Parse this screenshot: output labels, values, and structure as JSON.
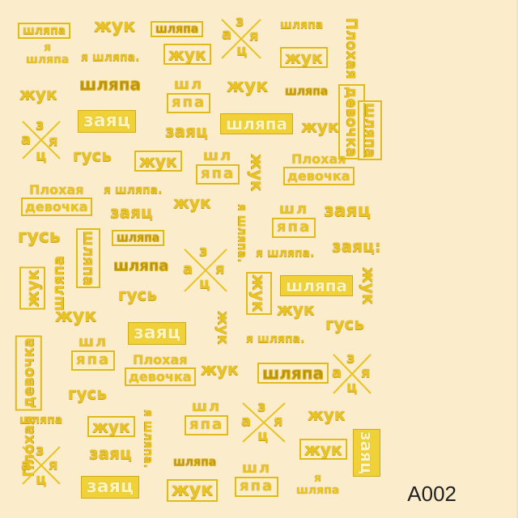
{
  "words": {
    "hat": "шляпа",
    "beetle": "жук",
    "hare": "заяц",
    "goose": "гусь",
    "i_hat": "я шляпа.",
    "bad": "Плохая",
    "girl": "девочка",
    "bad_girl": "Плохая девочка",
    "hat_top": "шл",
    "hat_bot": "япа",
    "z": "з",
    "a": "а",
    "ya": "я",
    "ts": "ц",
    "i": "я",
    "hat_dot": "шляпа.",
    "hare_colon": "заяц:",
    "hat_reversed": "шляпа",
    "vertical_hat": "шляпа"
  },
  "product_code": "A002",
  "colors": {
    "background": "#fbeccc",
    "gold": "#e8c323",
    "gold_fill": "#f0d238",
    "code_text": "#222222"
  }
}
